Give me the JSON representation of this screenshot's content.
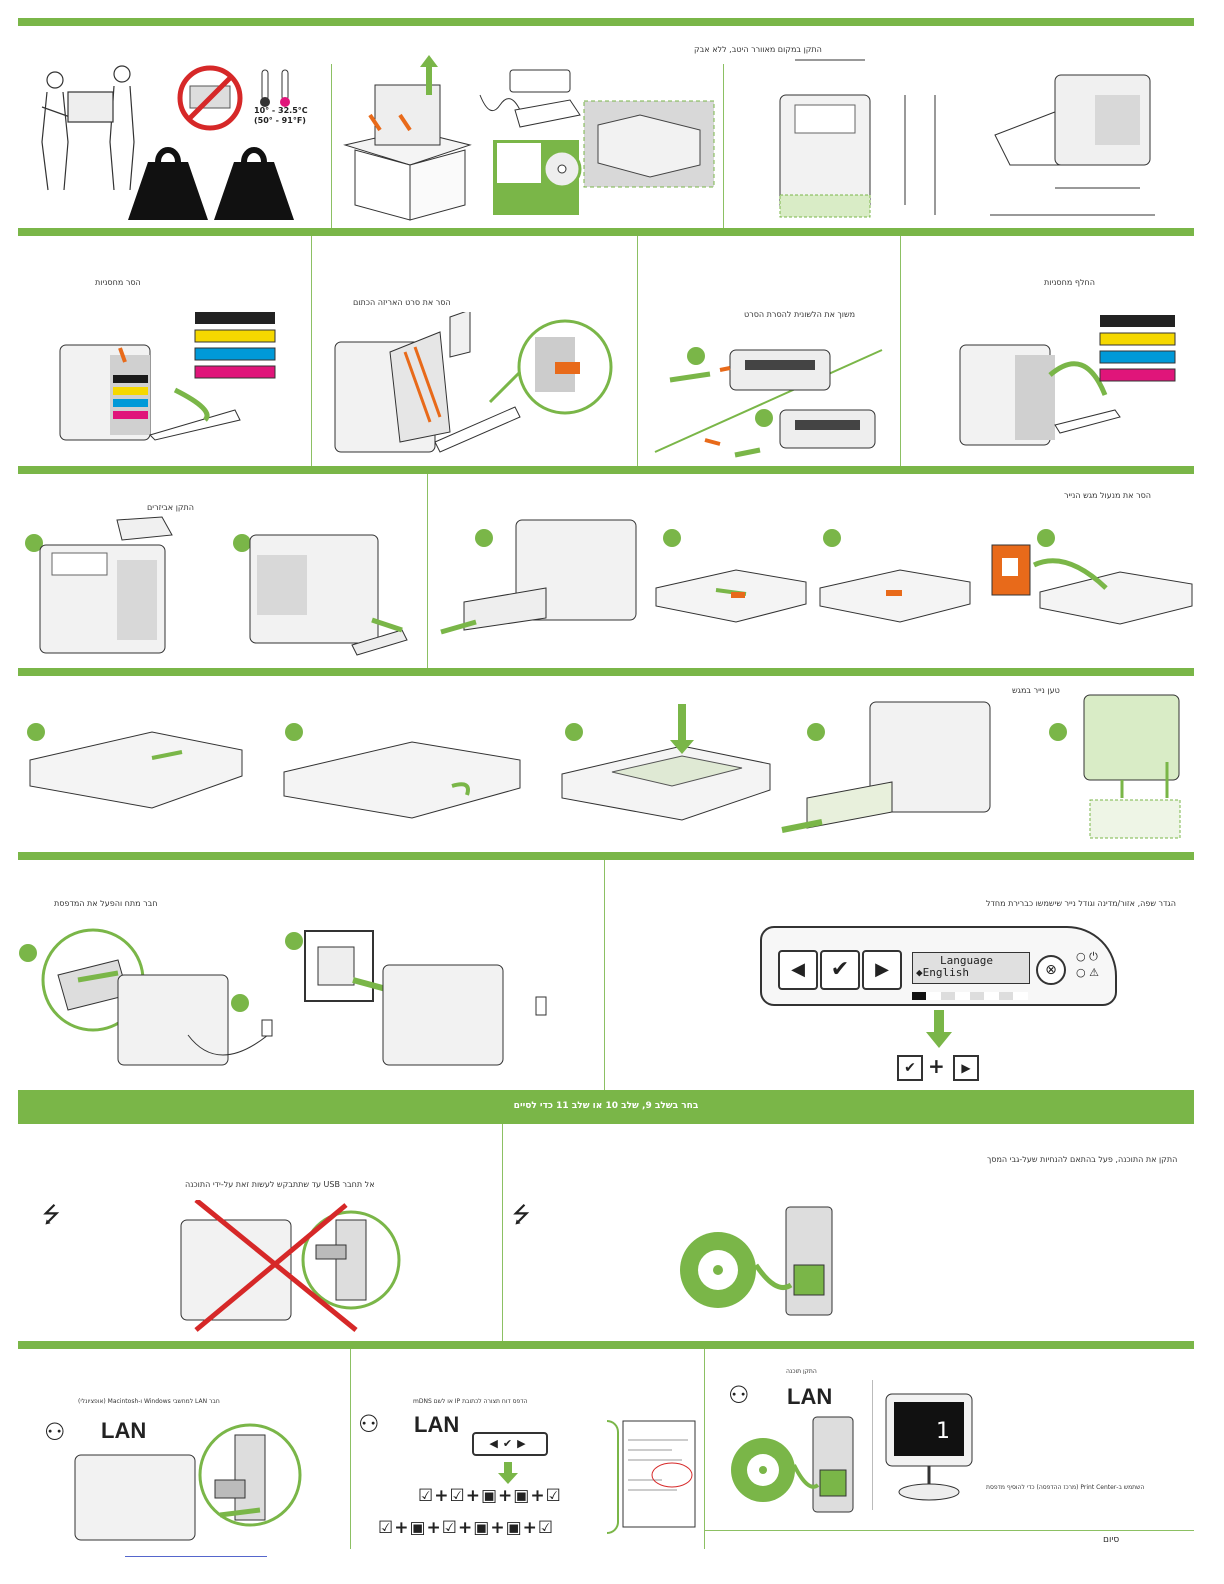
{
  "captions": {
    "ventilated": "התקן במקום מאוורר היטב, ללא אבק",
    "remove_cartridges": "הסר מחסניות",
    "remove_tape": "הסר את סרט האריזה הכתום",
    "pull_tab": "משוך את הלשונית להסרת הסרט",
    "replace_cartridges": "החלף מחסניות",
    "install_accessories": "התקן אביזרים",
    "remove_tray_lock": "הסר את מנעול מגש הנייר",
    "load_paper": "טען נייר במגש",
    "connect_power": "חבר מתח והפעל את המדפסת",
    "set_language": "הגדר שפה, אזור/מדינה וגודל נייר שישמשו כברירת מחדל",
    "no_usb": "אל תחבר USB עד שתתבקש לעשות זאת על-ידי התוכנה",
    "install_software": "התקן את התוכנה, פעל בהתאם להנחיות שעל-גבי המסך",
    "lan_connect": "חבר LAN למחשבי Windows ו-Macintosh (אופציונלי)",
    "config_page": "הדפס דוח תצורה לכתובת IP או לשם mDNS",
    "install_software_small": "התקן תוכנה",
    "print_center": "השתמש ב-Print Center (מרכז ההדפסה) כדי להוסיף מדפסת",
    "finish": "סיום"
  },
  "temperature": {
    "celsius": "10° - 32.5°C",
    "fahrenheit": "(50° - 91°F)"
  },
  "banner": "בחר בשלב 9, שלב 10 או שלב 11 כדי לסיים",
  "lcd": {
    "line1": "Language",
    "line2": "◆English"
  },
  "lan_label": "LAN",
  "colors": {
    "green": "#7ab648",
    "orange": "#e86a1a",
    "red": "#d62828"
  }
}
